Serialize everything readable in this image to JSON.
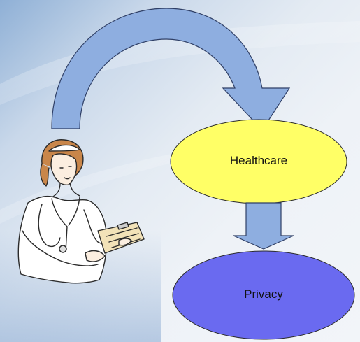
{
  "nodes": [
    {
      "id": "healthcare",
      "label": "Healthcare",
      "fill": "#ffff66",
      "stroke": "#2b2b2b"
    },
    {
      "id": "privacy",
      "label": "Privacy",
      "fill": "#6a6af0",
      "stroke": "#2b2b2b"
    }
  ],
  "colors": {
    "arrow_fill": "#8eaee0",
    "arrow_stroke": "#2f3f66",
    "background_left": "#8fb0d6",
    "background_right": "#f2f5f9"
  },
  "clipart": {
    "icon": "nurse-with-clipboard-icon"
  }
}
